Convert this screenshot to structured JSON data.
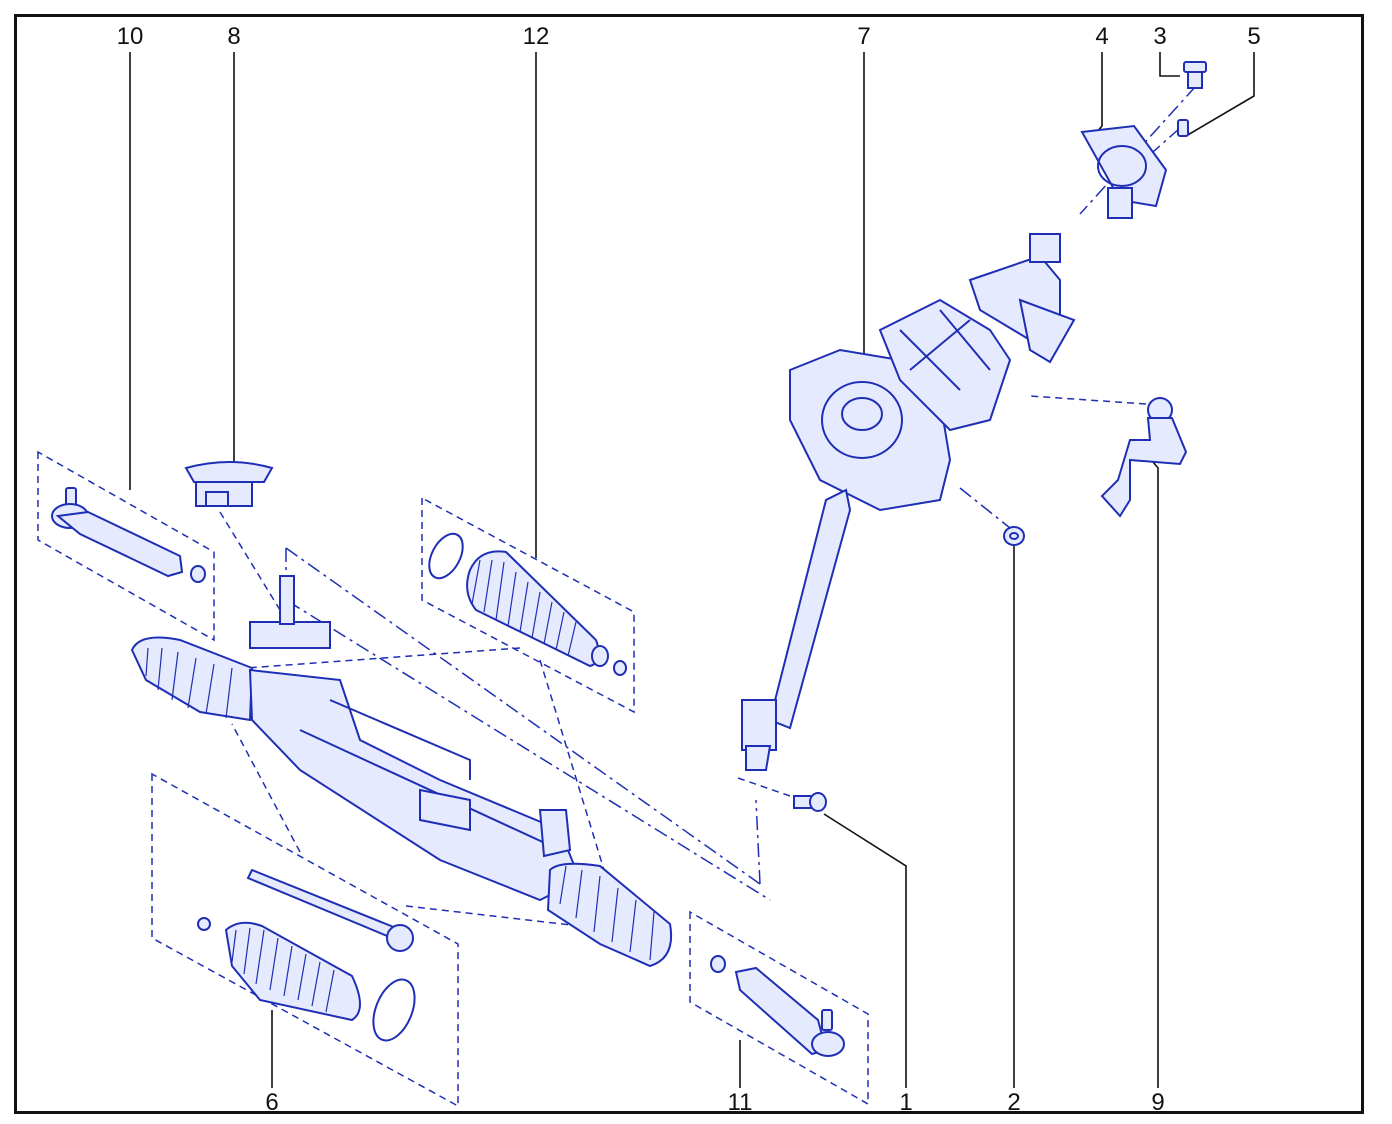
{
  "diagram": {
    "colors": {
      "line": "#1f2fb5",
      "fill": "#e6eaff",
      "text": "#111111",
      "frame": "#111111"
    },
    "callouts": [
      {
        "id": "c10",
        "label": "10"
      },
      {
        "id": "c8",
        "label": "8"
      },
      {
        "id": "c12",
        "label": "12"
      },
      {
        "id": "c7",
        "label": "7"
      },
      {
        "id": "c4",
        "label": "4"
      },
      {
        "id": "c3",
        "label": "3"
      },
      {
        "id": "c5",
        "label": "5"
      },
      {
        "id": "c6",
        "label": "6"
      },
      {
        "id": "c11",
        "label": "11"
      },
      {
        "id": "c1",
        "label": "1"
      },
      {
        "id": "c2",
        "label": "2"
      },
      {
        "id": "c9",
        "label": "9"
      }
    ]
  }
}
